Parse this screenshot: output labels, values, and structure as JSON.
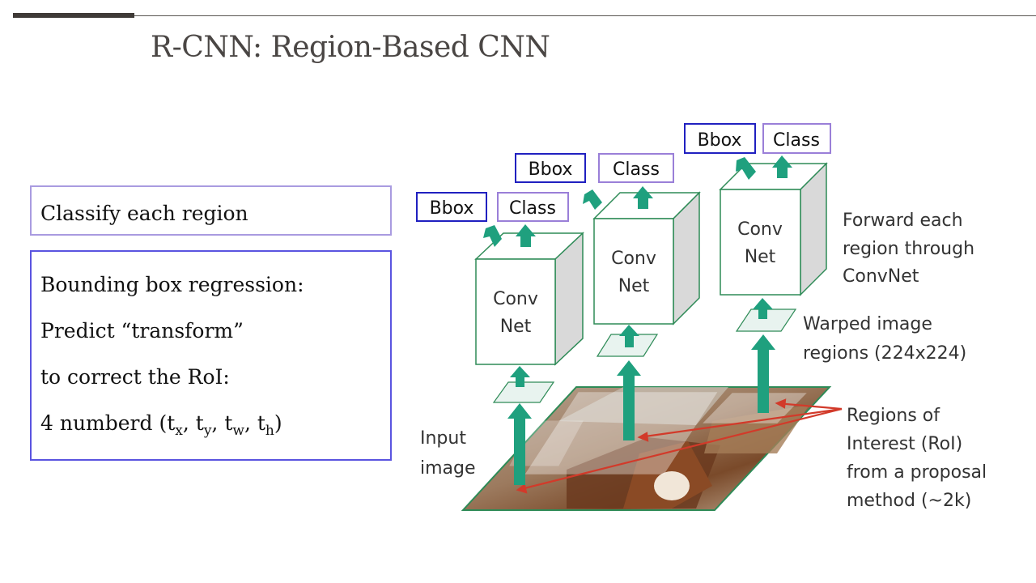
{
  "title": "R-CNN: Region-Based CNN",
  "left_panel": {
    "classify_text": "Classify each region",
    "regression_lines": [
      "Bounding box regression:",
      "Predict “transform”",
      "to correct the RoI:"
    ],
    "numbered_prefix": "4 numberd (",
    "params": [
      {
        "base": "t",
        "sub": "x"
      },
      {
        "base": "t",
        "sub": "y"
      },
      {
        "base": "t",
        "sub": "w"
      },
      {
        "base": "t",
        "sub": "h"
      }
    ],
    "numbered_suffix": ")"
  },
  "diagram": {
    "output_labels": {
      "bbox": "Bbox",
      "class": "Class"
    },
    "convnet_label": [
      "Conv",
      "Net"
    ],
    "forward_text": [
      "Forward each",
      "region through",
      "ConvNet"
    ],
    "warped_text": [
      "Warped image",
      "regions (224x224)"
    ],
    "roi_text": [
      "Regions of",
      "Interest (RoI)",
      "from a proposal",
      "method (~2k)"
    ],
    "input_text": [
      "Input",
      "image"
    ],
    "colors": {
      "arrow": "#1fa07e",
      "cube_stroke": "#2e8b57",
      "bbox_border": "#2020c0",
      "class_border": "#9a7fd8",
      "roi_line": "#d23a2a"
    }
  }
}
